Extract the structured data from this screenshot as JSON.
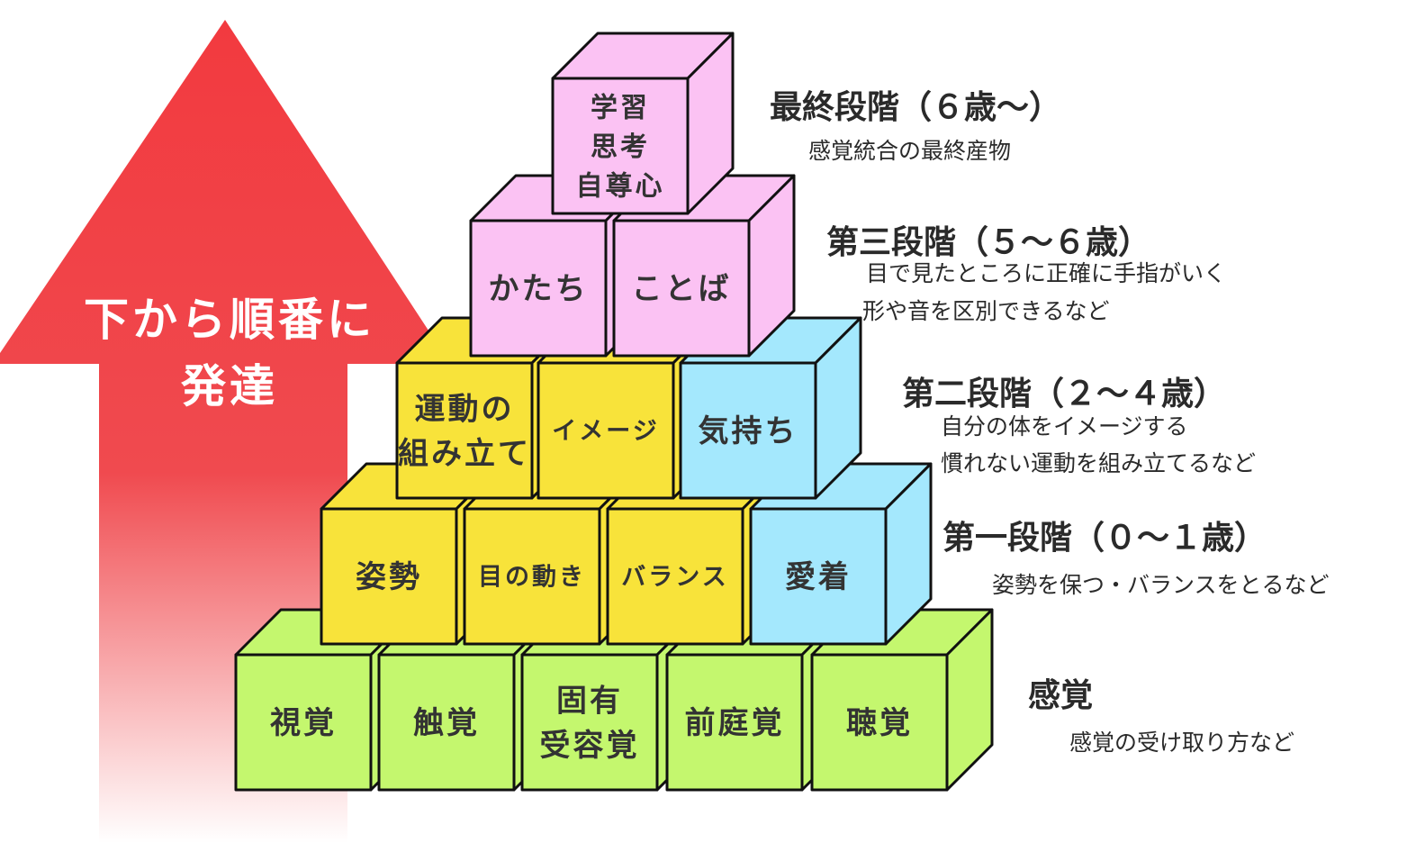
{
  "arrow": {
    "line1": "下から順番に",
    "line2": "発達",
    "color": "#f23a3f"
  },
  "colors": {
    "green": "#c4f76e",
    "yellow": "#f8e33a",
    "pink": "#fbc2f3",
    "blue": "#a4e8fd",
    "text": "#333333"
  },
  "rows": [
    {
      "name": "sensation",
      "cubes": [
        {
          "lines": [
            "視覚"
          ],
          "color": "green"
        },
        {
          "lines": [
            "触覚"
          ],
          "color": "green"
        },
        {
          "lines": [
            "固有",
            "受容覚"
          ],
          "color": "green"
        },
        {
          "lines": [
            "前庭覚"
          ],
          "color": "green"
        },
        {
          "lines": [
            "聴覚"
          ],
          "color": "green"
        }
      ]
    },
    {
      "name": "stage1",
      "cubes": [
        {
          "lines": [
            "姿勢"
          ],
          "color": "yellow"
        },
        {
          "lines": [
            "目の動き"
          ],
          "color": "yellow"
        },
        {
          "lines": [
            "バランス"
          ],
          "color": "yellow"
        },
        {
          "lines": [
            "愛着"
          ],
          "color": "blue"
        }
      ]
    },
    {
      "name": "stage2",
      "cubes": [
        {
          "lines": [
            "運動の",
            "組み立て"
          ],
          "color": "yellow"
        },
        {
          "lines": [
            "イメージ"
          ],
          "color": "yellow"
        },
        {
          "lines": [
            "気持ち"
          ],
          "color": "blue"
        }
      ]
    },
    {
      "name": "stage3",
      "cubes": [
        {
          "lines": [
            "かたち"
          ],
          "color": "pink"
        },
        {
          "lines": [
            "ことば"
          ],
          "color": "pink"
        }
      ]
    },
    {
      "name": "final",
      "cubes": [
        {
          "lines": [
            "学習",
            "思考",
            "自尊心"
          ],
          "color": "pink"
        }
      ]
    }
  ],
  "stages": {
    "final": {
      "title": "最終段階（６歳〜）",
      "desc": [
        "感覚統合の最終産物"
      ]
    },
    "stage3": {
      "title": "第三段階（５〜６歳）",
      "desc": [
        "目で見たところに正確に手指がいく",
        "形や音を区別できるなど"
      ]
    },
    "stage2": {
      "title": "第二段階（２〜４歳）",
      "desc": [
        "自分の体をイメージする",
        "慣れない運動を組み立てるなど"
      ]
    },
    "stage1": {
      "title": "第一段階（０〜１歳）",
      "desc": [
        "姿勢を保つ・バランスをとるなど"
      ]
    },
    "sensation": {
      "title": "感覚",
      "desc": [
        "感覚の受け取り方など"
      ]
    }
  }
}
